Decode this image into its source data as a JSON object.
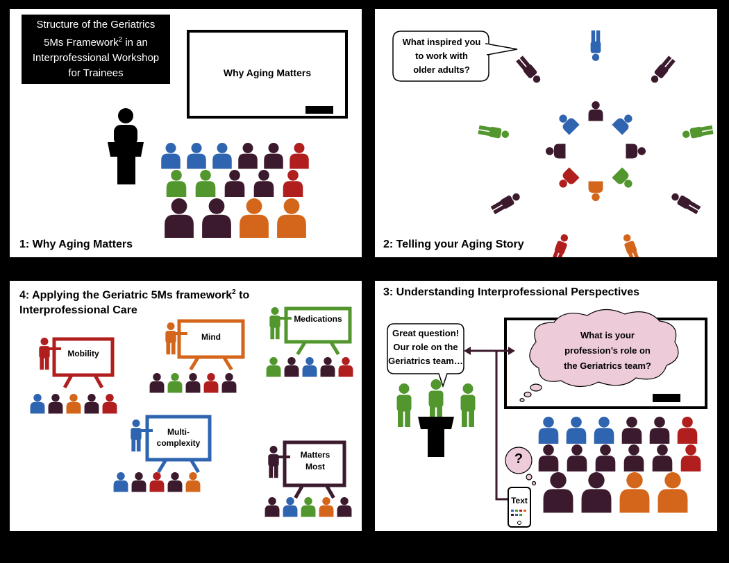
{
  "title": {
    "line1": "Structure of the Geriatrics",
    "line2a": "5Ms Framework",
    "line2sup": "2",
    "line2b": " in an",
    "line3": "Interprofessional Workshop",
    "line4": "for Trainees"
  },
  "panel1": {
    "caption": "1: Why Aging Matters",
    "screen_text": "Why Aging Matters"
  },
  "panel2": {
    "caption": "2: Telling your Aging Story",
    "bubble_line1": "What inspired you",
    "bubble_line2": "to work with",
    "bubble_line3": "older adults?"
  },
  "panel3": {
    "caption": "3: Understanding Interprofessional Perspectives",
    "speech_line1": "Great question!",
    "speech_line2": "Our role on the",
    "speech_line3": "Geriatrics team…",
    "thought_line1": "What is your",
    "thought_line2": "profession’s role on",
    "thought_line3": "the Geriatrics team?",
    "question_mark": "?",
    "phone_label": "Text"
  },
  "panel4": {
    "caption_a": "4: Applying the Geriatric 5Ms framework",
    "caption_sup": "2",
    "caption_b": " to",
    "caption_line2": "Interprofessional Care",
    "boards": {
      "mobility": "Mobility",
      "mind": "Mind",
      "medications": "Medications",
      "multi_line1": "Multi-",
      "multi_line2": "complexity",
      "matters_line1": "Matters",
      "matters_line2": "Most"
    }
  },
  "colors": {
    "blue": "#2f64b0",
    "green": "#52962e",
    "red": "#b01e1e",
    "plum": "#3c1a2e",
    "orange": "#d4661c",
    "pink": "#eecbd8"
  }
}
